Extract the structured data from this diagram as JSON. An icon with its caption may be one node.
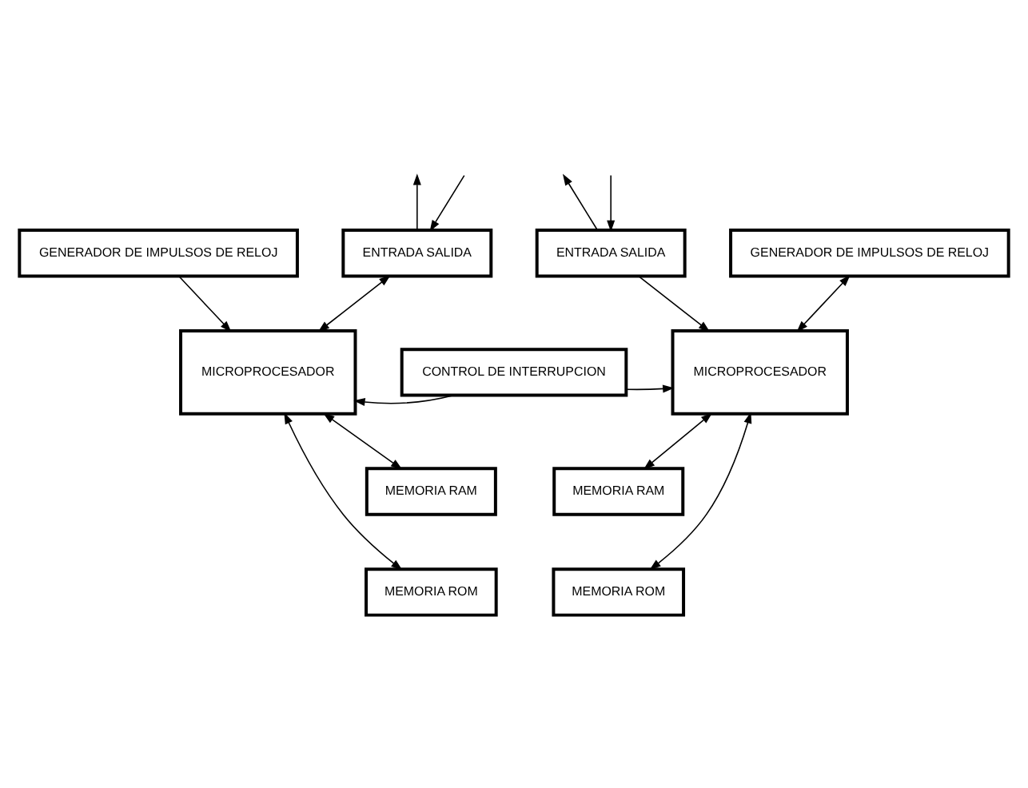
{
  "diagram": {
    "nodes": [
      {
        "text": [
          "GENERADOR DE IMPULSOS DE RELOJ"
        ]
      },
      {
        "text": [
          "ENTRADA SALIDA"
        ]
      },
      {
        "text": [
          "ENTRADA SALIDA"
        ]
      },
      {
        "text": [
          "GENERADOR DE IMPULSOS DE RELOJ"
        ]
      },
      {
        "text": [
          "MICROPROCESADOR"
        ]
      },
      {
        "text": [
          "MICROPROCESADOR"
        ]
      },
      {
        "text": [
          "CONTROL DE INTERRUPCION"
        ]
      },
      {
        "text": [
          "MEMORIA RAM"
        ]
      },
      {
        "text": [
          "MEMORIA RAM"
        ]
      },
      {
        "text": [
          "MEMORIA ROM"
        ]
      },
      {
        "text": [
          "MEMORIA ROM"
        ]
      }
    ],
    "edges": [
      {
        "from": null,
        "to": 1,
        "arrow": "to"
      },
      {
        "from": 1,
        "to": null,
        "arrow": "to"
      },
      {
        "from": 2,
        "to": null,
        "arrow": "to"
      },
      {
        "from": null,
        "to": 2,
        "arrow": "to"
      },
      {
        "from": 0,
        "to": 4,
        "arrow": "to"
      },
      {
        "from": 1,
        "to": 4,
        "arrow": "both"
      },
      {
        "from": 2,
        "to": 5,
        "arrow": "to"
      },
      {
        "from": 3,
        "to": 5,
        "arrow": "both"
      },
      {
        "from": 6,
        "to": 4,
        "arrow": "to"
      },
      {
        "from": 6,
        "to": 5,
        "arrow": "to"
      },
      {
        "from": 4,
        "to": 7,
        "arrow": "both"
      },
      {
        "from": 4,
        "to": 9,
        "arrow": "both"
      },
      {
        "from": 5,
        "to": 8,
        "arrow": "both"
      },
      {
        "from": 5,
        "to": 10,
        "arrow": "both"
      }
    ]
  }
}
